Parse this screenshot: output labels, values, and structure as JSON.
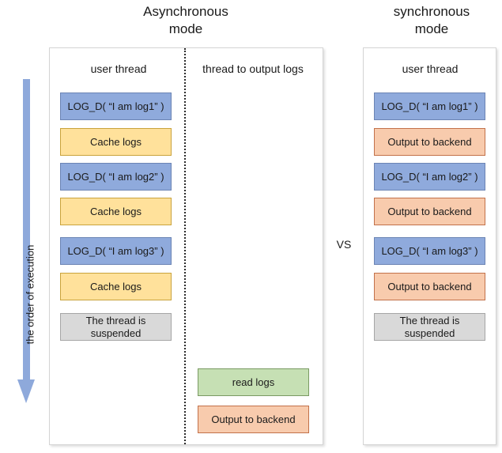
{
  "diagram": {
    "titles": {
      "async": "Asynchronous\nmode",
      "sync": "synchronous\nmode"
    },
    "comparison_label": "VS",
    "axis": {
      "label": "the order of execution",
      "direction": "downward",
      "color": "#8ea9db"
    },
    "colors": {
      "blue": "#8faadc",
      "yellow": "#ffe19b",
      "orange": "#f8cbad",
      "green": "#c6e0b4",
      "gray": "#d9d9d9",
      "panel_border": "#d4d4d4",
      "divider": "#2b2b2b"
    },
    "async_panel": {
      "lanes": [
        {
          "name": "user-thread",
          "header": "user thread"
        },
        {
          "name": "thread-to-output-logs",
          "header": "thread to output logs"
        }
      ],
      "user_thread_blocks": [
        {
          "label": "LOG_D( “I am log1” )",
          "color": "blue"
        },
        {
          "label": "Cache logs",
          "color": "yellow"
        },
        {
          "label": "LOG_D( “I am log2” )",
          "color": "blue"
        },
        {
          "label": "Cache logs",
          "color": "yellow"
        },
        {
          "label": "LOG_D( “I am log3” )",
          "color": "blue"
        },
        {
          "label": "Cache logs",
          "color": "yellow"
        },
        {
          "label": "The thread is\nsuspended",
          "color": "gray"
        }
      ],
      "output_thread_blocks": [
        {
          "label": "read logs",
          "color": "green"
        },
        {
          "label": "Output to backend",
          "color": "orange"
        }
      ]
    },
    "sync_panel": {
      "lanes": [
        {
          "name": "user-thread",
          "header": "user thread"
        }
      ],
      "user_thread_blocks": [
        {
          "label": "LOG_D( “I am log1” )",
          "color": "blue"
        },
        {
          "label": "Output to backend",
          "color": "orange"
        },
        {
          "label": "LOG_D( “I am log2” )",
          "color": "blue"
        },
        {
          "label": "Output to backend",
          "color": "orange"
        },
        {
          "label": "LOG_D( “I am log3” )",
          "color": "blue"
        },
        {
          "label": "Output to backend",
          "color": "orange"
        },
        {
          "label": "The thread is\nsuspended",
          "color": "gray"
        }
      ]
    }
  }
}
